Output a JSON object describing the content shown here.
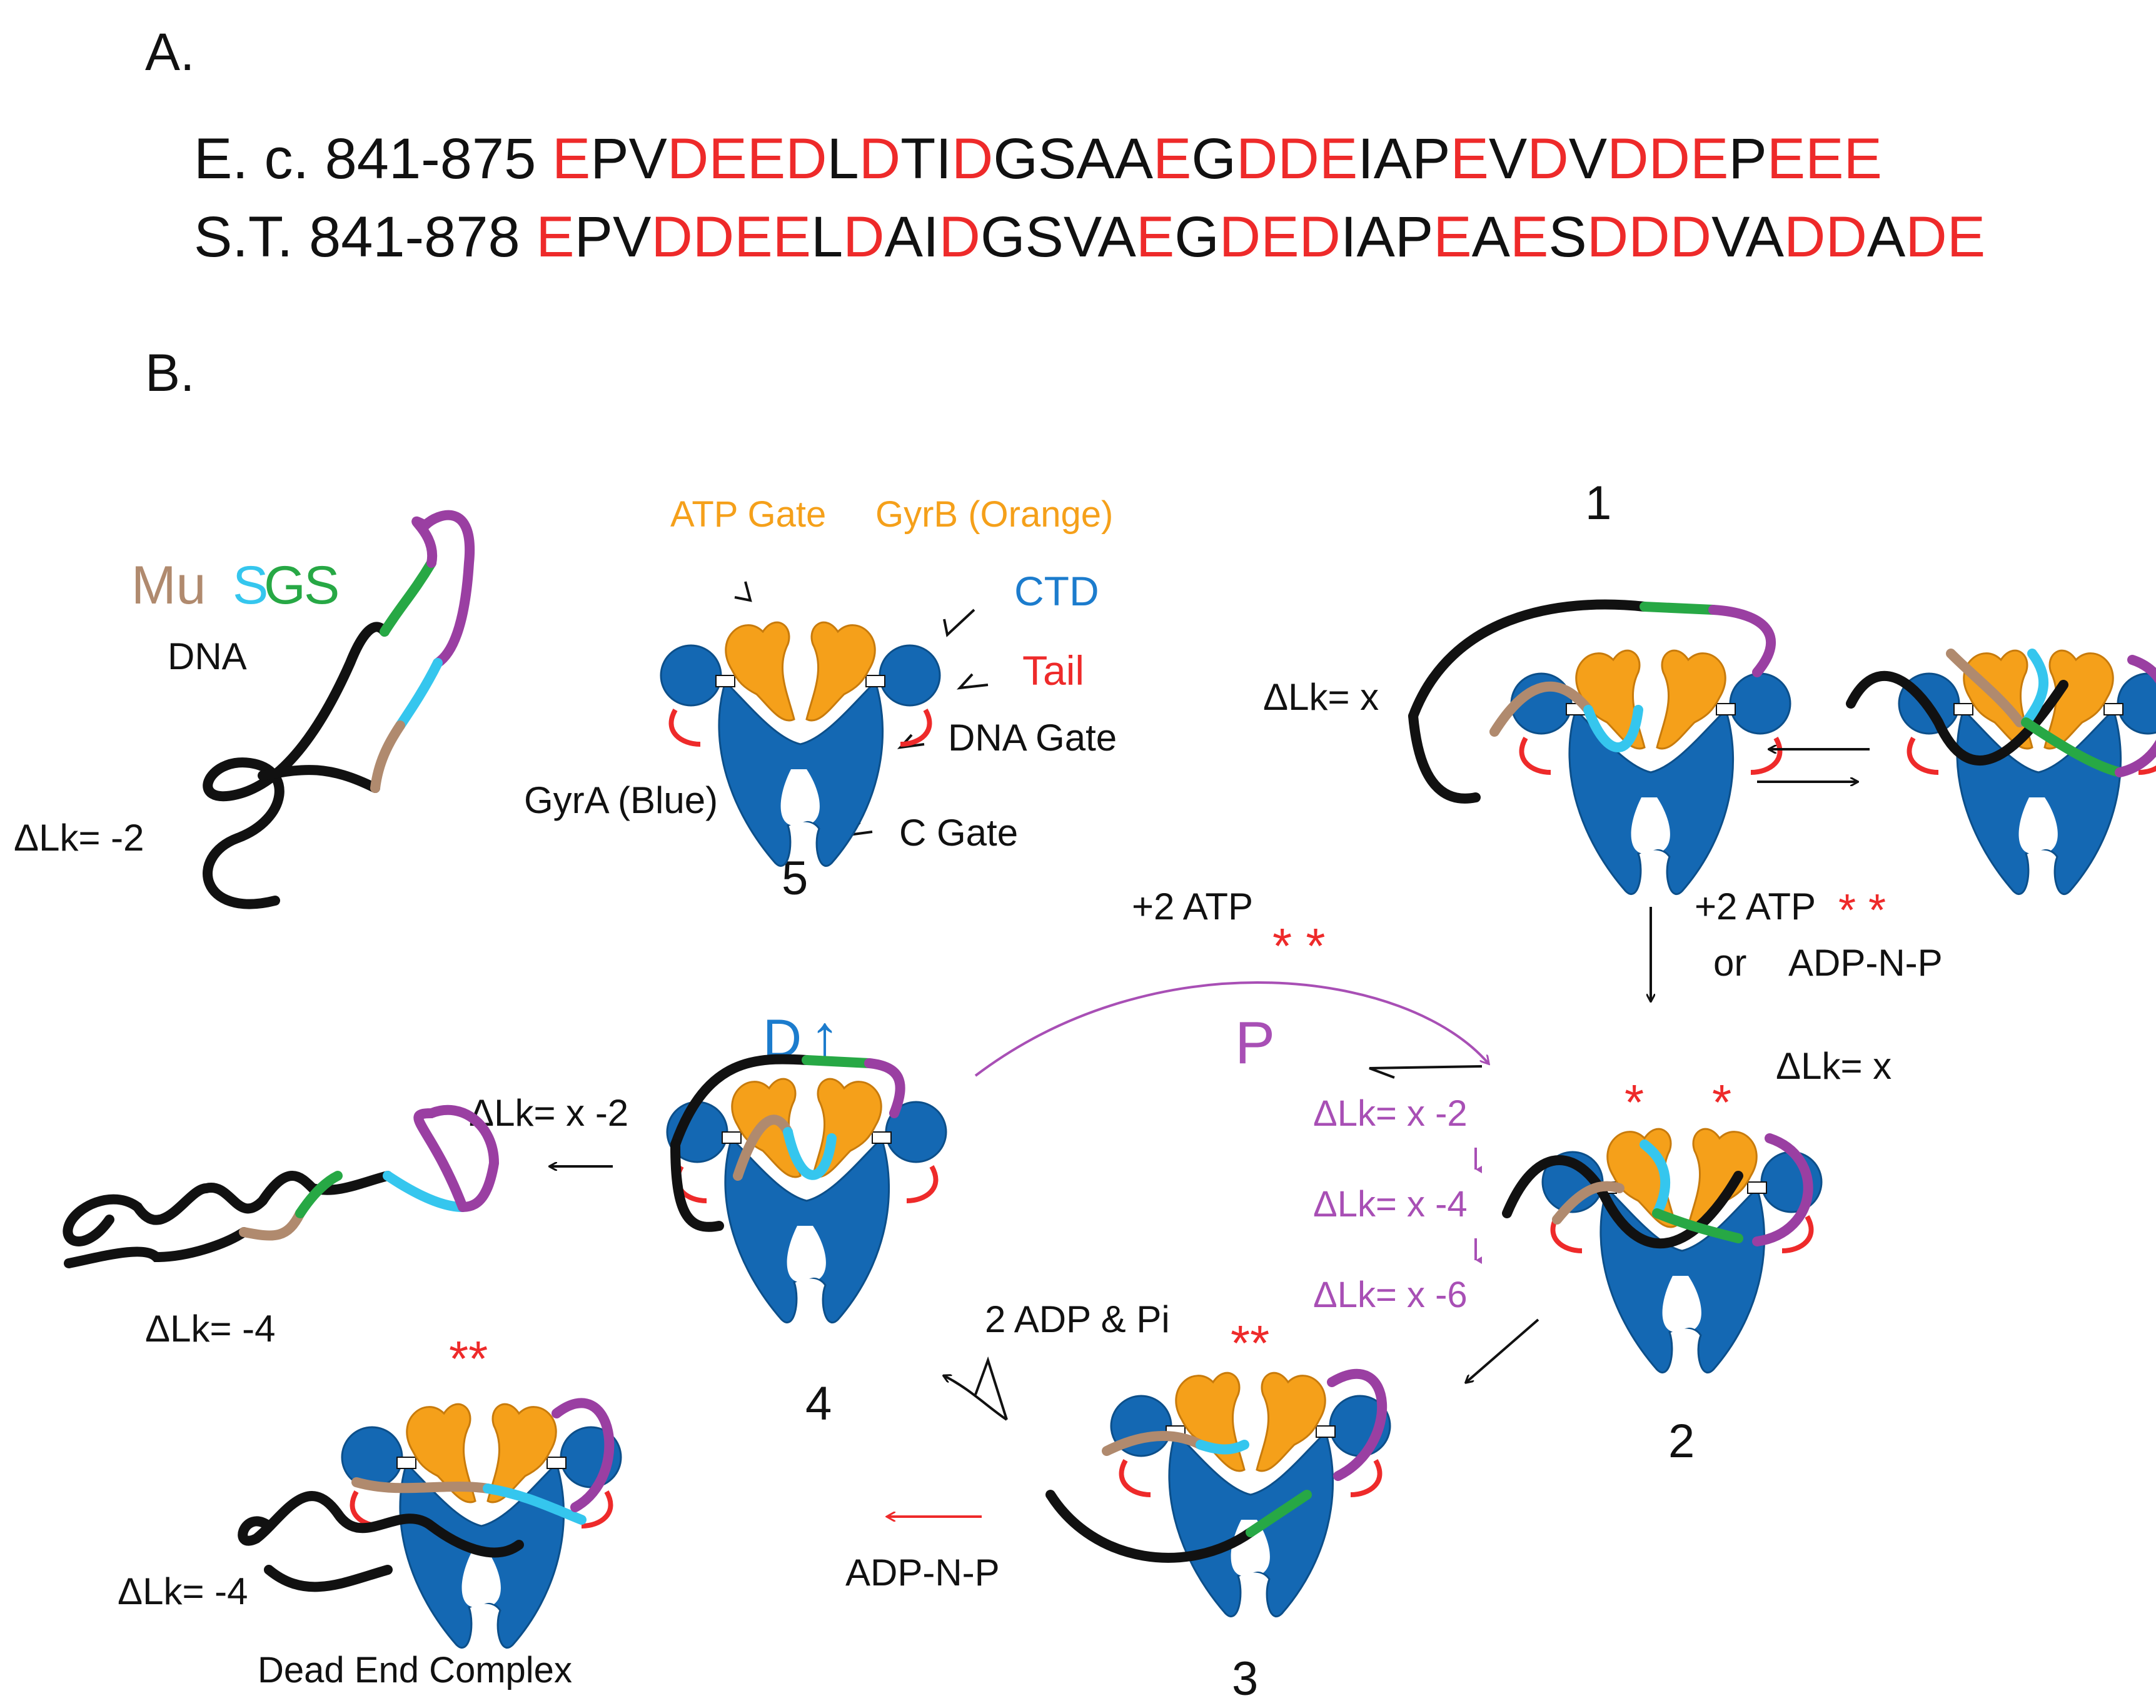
{
  "panel_a": {
    "letter": "A.",
    "rows": [
      {
        "prefix": "E. c. 841-875 ",
        "segments": [
          [
            "E",
            "r"
          ],
          [
            "PV",
            "k"
          ],
          [
            "DEED",
            "r"
          ],
          [
            "L",
            "k"
          ],
          [
            "D",
            "r"
          ],
          [
            "TI",
            "k"
          ],
          [
            "D",
            "r"
          ],
          [
            "GSAA",
            "k"
          ],
          [
            "E",
            "r"
          ],
          [
            "G",
            "k"
          ],
          [
            "DDE",
            "r"
          ],
          [
            "IAP",
            "k"
          ],
          [
            "E",
            "r"
          ],
          [
            "V",
            "k"
          ],
          [
            "D",
            "r"
          ],
          [
            "V",
            "k"
          ],
          [
            "DDE",
            "r"
          ],
          [
            "P",
            "k"
          ],
          [
            "EEE",
            "r"
          ]
        ]
      },
      {
        "prefix": "S.T.  841-878 ",
        "segments": [
          [
            "E",
            "r"
          ],
          [
            "PV",
            "k"
          ],
          [
            "DDEE",
            "r"
          ],
          [
            "L",
            "k"
          ],
          [
            "D",
            "r"
          ],
          [
            "AI",
            "k"
          ],
          [
            "D",
            "r"
          ],
          [
            "GSVA",
            "k"
          ],
          [
            "E",
            "r"
          ],
          [
            "G",
            "k"
          ],
          [
            "DED",
            "r"
          ],
          [
            "IAP",
            "k"
          ],
          [
            "E",
            "r"
          ],
          [
            "A",
            "k"
          ],
          [
            "E",
            "r"
          ],
          [
            "S",
            "k"
          ],
          [
            "DDD",
            "r"
          ],
          [
            "VA",
            "k"
          ],
          [
            "DD",
            "r"
          ],
          [
            "A",
            "k"
          ],
          [
            "DE",
            "r"
          ]
        ]
      }
    ]
  },
  "panel_b": {
    "letter": "B.",
    "legend": {
      "mu": "Mu",
      "sgs": [
        "S",
        "G",
        "S"
      ],
      "dna": "DNA",
      "dlk": "ΔLk= -2"
    },
    "key": {
      "atp_gate": "ATP Gate",
      "gyrb": "GyrB (Orange)",
      "ctd": "CTD",
      "tail": "Tail",
      "dna_gate": "DNA Gate",
      "gyra": "GyrA (Blue)",
      "c_gate": "C Gate",
      "number": "5"
    },
    "state1": {
      "number": "1",
      "dlk": "ΔLk= x"
    },
    "step12": {
      "atp": "+2 ATP",
      "or": "or",
      "adpnp": "ADP-N-P",
      "stars": "* *"
    },
    "state2": {
      "number": "2",
      "dlk": "ΔLk= x",
      "star1": "*",
      "star2": "*"
    },
    "cycle": {
      "atp": "+2 ATP",
      "stars": "* *",
      "p": "P",
      "steps": [
        "ΔLk= x -2",
        "ΔLk= x -4",
        "ΔLk= x -6"
      ]
    },
    "state3": {
      "number": "3",
      "stars": "**"
    },
    "step34": {
      "label": "2 ADP & Pi"
    },
    "state4": {
      "number": "4",
      "d_label": "D",
      "d_arrow": "↑"
    },
    "release": {
      "dlk_top": "ΔLk= x -2",
      "dlk_bottom": "ΔLk= -4"
    },
    "dead_end": {
      "reagent": "ADP-N-P",
      "dlk": "ΔLk= -4",
      "caption": "Dead End Complex",
      "stars": "**"
    },
    "colors": {
      "gyra_blue": "#1468b3",
      "gyrb_orange": "#f5a01a",
      "tail_red": "#ee2a2a",
      "ctd_blue": "#1c7ccd",
      "mu_tan": "#b08a6e",
      "sgs_cyan": "#35c6ee",
      "sgs_green": "#27a845",
      "sgs_purple": "#9a3fa2",
      "cycle_purple": "#a84fb5",
      "seq_red": "#ee2a2a"
    }
  }
}
